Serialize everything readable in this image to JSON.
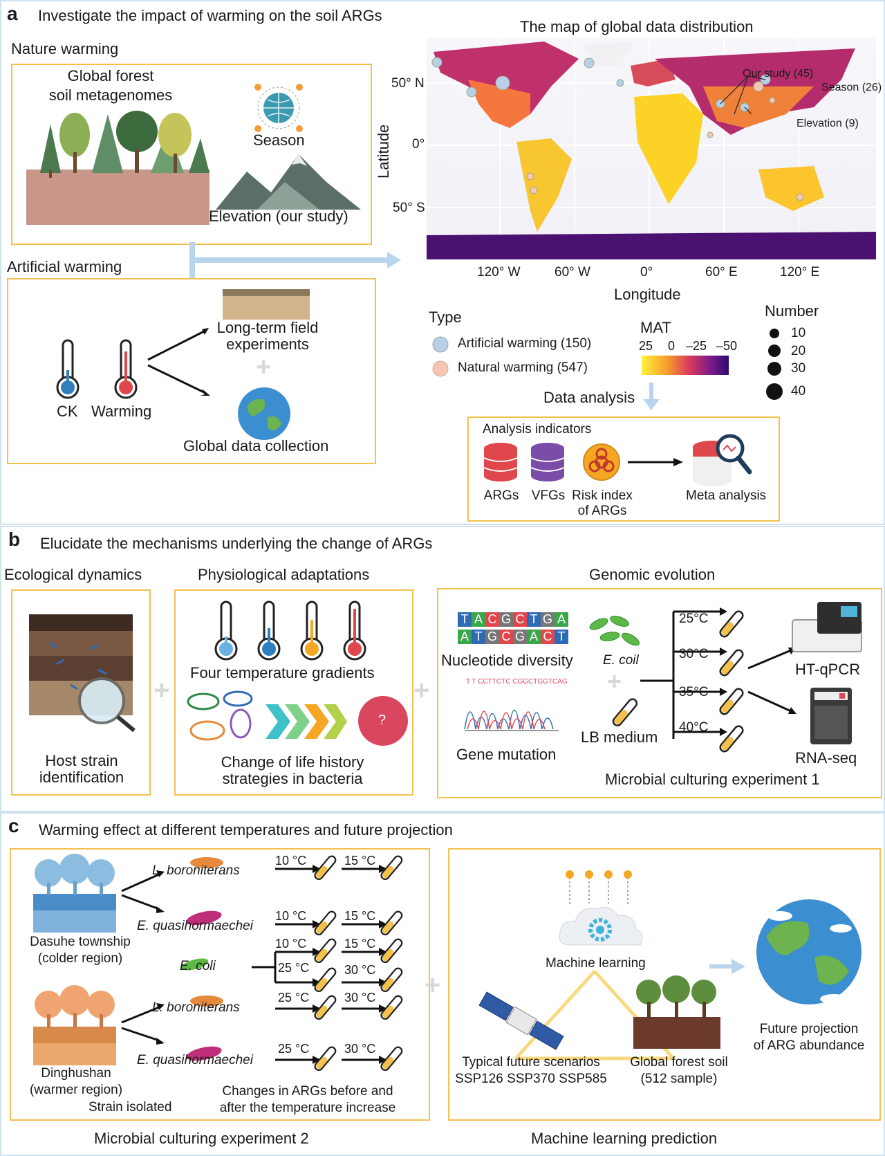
{
  "panel_a": {
    "label": "a",
    "title": "Investigate the impact of warming on the soil ARGs",
    "nature_warming": {
      "heading": "Nature warming",
      "forest_label": "Global forest\nsoil metagenomes",
      "season_label": "Season",
      "elevation_label": "Elevation (our study)"
    },
    "artificial_warming": {
      "heading": "Artificial warming",
      "ck_label": "CK",
      "warming_label": "Warming",
      "field_label": "Long-term field\nexperiments",
      "global_label": "Global data collection"
    },
    "map": {
      "title": "The map of global data distribution",
      "ylabel": "Latitude",
      "xlabel": "Longitude",
      "yticks": [
        "50° N",
        "0°",
        "50° S"
      ],
      "xticks": [
        "120° W",
        "60° W",
        "0°",
        "60° E",
        "120° E"
      ],
      "annotations": [
        "Our study (45)",
        "Season (26)",
        "Elevation (9)"
      ]
    },
    "legend": {
      "type_title": "Type",
      "types": [
        {
          "label": "Artificial warming (150)",
          "color": "#b9cfe8"
        },
        {
          "label": "Natural warming (547)",
          "color": "#f6c7b0"
        }
      ],
      "mat_title": "MAT",
      "mat_ticks": [
        "25",
        "0",
        "–25",
        "–50"
      ],
      "number_title": "Number",
      "numbers": [
        "10",
        "20",
        "30",
        "40"
      ]
    },
    "data_analysis": {
      "heading": "Data analysis",
      "box_title": "Analysis indicators",
      "items": [
        "ARGs",
        "VFGs",
        "Risk index\nof ARGs"
      ],
      "meta": "Meta analysis"
    }
  },
  "panel_b": {
    "label": "b",
    "title": "Elucidate the mechanisms underlying the change of ARGs",
    "ecological": {
      "heading": "Ecological dynamics",
      "caption": "Host strain\nidentification"
    },
    "physiological": {
      "heading": "Physiological adaptations",
      "gradients": "Four temperature gradients",
      "caption": "Change of life history\nstrategies in bacteria",
      "question": "?"
    },
    "genomic": {
      "heading": "Genomic evolution",
      "dna_top": [
        "T",
        "A",
        "C",
        "G",
        "C",
        "T",
        "G",
        "A"
      ],
      "dna_bottom": [
        "A",
        "T",
        "G",
        "C",
        "G",
        "A",
        "C",
        "T"
      ],
      "nucleotide": "Nucleotide diversity",
      "seq_text": "T T CCTTCTC CGGCTGGTCAG",
      "mutation": "Gene mutation",
      "ecoil": "E. coil",
      "lb": "LB medium",
      "temps": [
        "25°C",
        "30°C",
        "35°C",
        "40°C"
      ],
      "htqpcr": "HT-qPCR",
      "rnaseq": "RNA-seq",
      "caption": "Microbial culturing experiment 1"
    }
  },
  "panel_c": {
    "label": "c",
    "title": "Warming effect at different temperatures and future projection",
    "sites": {
      "cold": "Dasuhe township\n(colder region)",
      "warm": "Dinghushan\n(warmer region)",
      "isolated": "Strain isolated"
    },
    "strains": [
      "L. boroniterans",
      "E. quasihormaechei",
      "E. coli",
      "L. boroniterans",
      "E. quasihormaechei"
    ],
    "temps": {
      "row1": [
        "10 °C",
        "15 °C"
      ],
      "row2": [
        "10 °C",
        "15 °C"
      ],
      "row3a": [
        "10 °C",
        "15 °C"
      ],
      "row3b": [
        "25 °C",
        "30 °C"
      ],
      "row4": [
        "25 °C",
        "30 °C"
      ],
      "row5": [
        "25 °C",
        "30 °C"
      ]
    },
    "changes": "Changes in ARGs before and\nafter the temperature increase",
    "experiment2": "Microbial culturing experiment 2",
    "ml": {
      "machine_learning": "Machine learning",
      "scenarios": "Typical future scenarios\nSSP126  SSP370  SSP585",
      "forest_soil": "Global forest soil\n(512 sample)",
      "projection": "Future projection\nof ARG abundance",
      "caption": "Machine learning prediction"
    }
  },
  "colors": {
    "frame": "#cfe0ee",
    "box": "#f2c14e",
    "arrow_blue": "#b9d5ee",
    "plus": "#d8d8d8"
  }
}
